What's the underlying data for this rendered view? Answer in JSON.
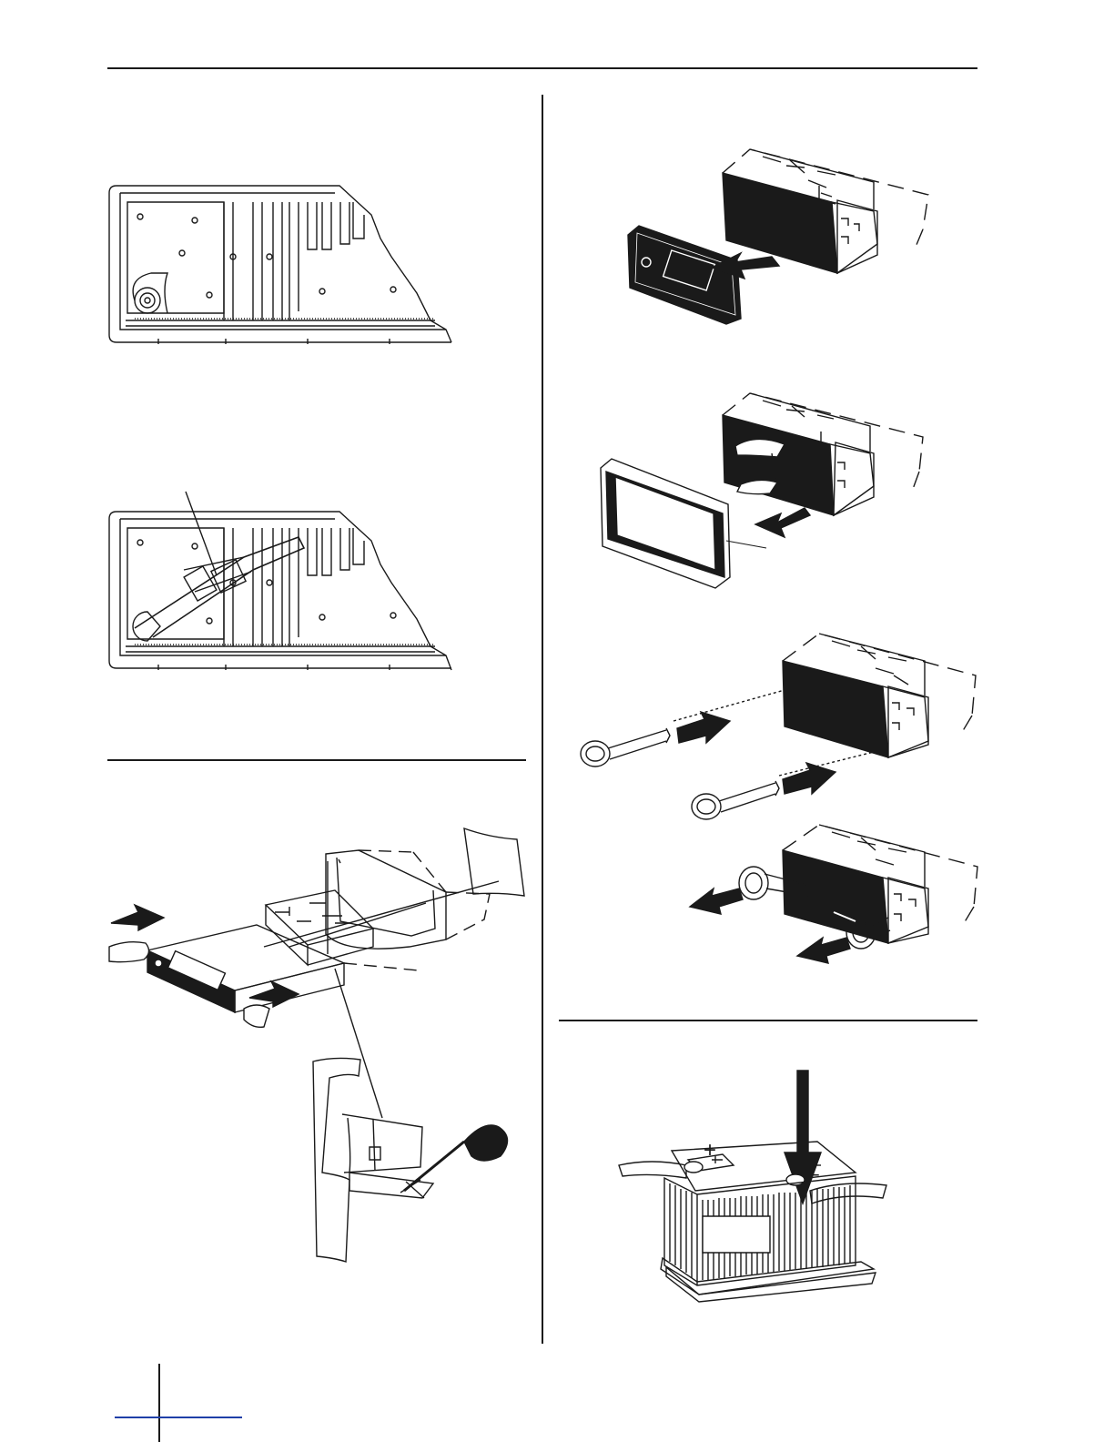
{
  "page": {
    "colors": {
      "ink": "#1a1a1a",
      "paper": "#ffffff",
      "footer_line": "#1f3fa8"
    }
  },
  "figures": [
    {
      "id": "fig-unit-underside-plain",
      "icon": "housing-cutaway"
    },
    {
      "id": "fig-unit-underside-with-cable",
      "icon": "housing-cutaway-with-cable"
    },
    {
      "id": "fig-install-into-dashboard",
      "icon": "mounting-frame-exploded"
    },
    {
      "id": "fig-remove-front-panel",
      "icon": "front-panel-detach"
    },
    {
      "id": "fig-remove-trim-frame",
      "icon": "trim-frame-detach"
    },
    {
      "id": "fig-insert-removal-keys",
      "icon": "removal-keys-insert"
    },
    {
      "id": "fig-pull-out-unit",
      "icon": "removal-keys-pull"
    },
    {
      "id": "fig-battery-disconnect",
      "icon": "car-battery"
    }
  ]
}
